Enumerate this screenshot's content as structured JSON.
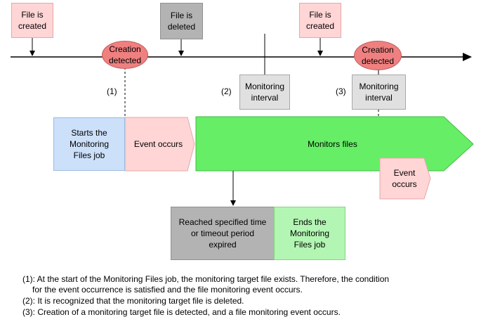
{
  "timeline_events": [
    {
      "id": "file-created-1",
      "label": "File is created"
    },
    {
      "id": "creation-detected-1",
      "label": "Creation detected"
    },
    {
      "id": "file-deleted",
      "label": "File is deleted"
    },
    {
      "id": "file-created-2",
      "label": "File is created"
    },
    {
      "id": "creation-detected-2",
      "label": "Creation detected"
    }
  ],
  "monitoring_interval_labels": [
    "Monitoring interval",
    "Monitoring interval"
  ],
  "markers": [
    "(1)",
    "(2)",
    "(3)"
  ],
  "flow": {
    "start_job": "Starts the Monitoring Files job",
    "event_occurs_1": "Event occurs",
    "monitors_files": "Monitors files",
    "event_occurs_2": "Event occurs",
    "timeout": "Reached specified time or timeout period expired",
    "end_job": "Ends the Monitoring Files job"
  },
  "notes": [
    "(1): At the start of the Monitoring Files job, the monitoring target file exists. Therefore, the condition",
    "for the event occurrence is satisfied and the file monitoring event occurs.",
    "(2): It is recognized that the monitoring target file is deleted.",
    "(3): Creation of a monitoring target file is detected, and a file monitoring event occurs."
  ],
  "colors": {
    "event_pink": "#ffd5d5",
    "detected_red": "#f08080",
    "deleted_gray": "#b3b3b3",
    "interval_gray": "#e0e0e0",
    "start_blue": "#cce0fa",
    "monitor_green": "#66ee66",
    "end_green": "#b3f5b3"
  }
}
